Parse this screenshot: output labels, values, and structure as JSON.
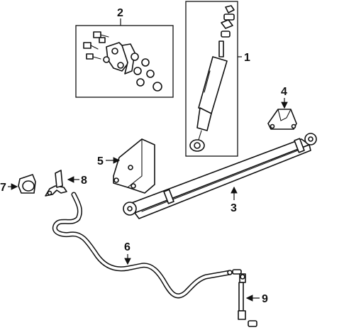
{
  "callouts": {
    "shock_absorber": "1",
    "hardware_kit": "2",
    "leaf_spring": "3",
    "bump_stop": "4",
    "spring_hanger": "5",
    "stabilizer_bar": "6",
    "bushing": "7",
    "bracket": "8",
    "stabilizer_link": "9"
  }
}
